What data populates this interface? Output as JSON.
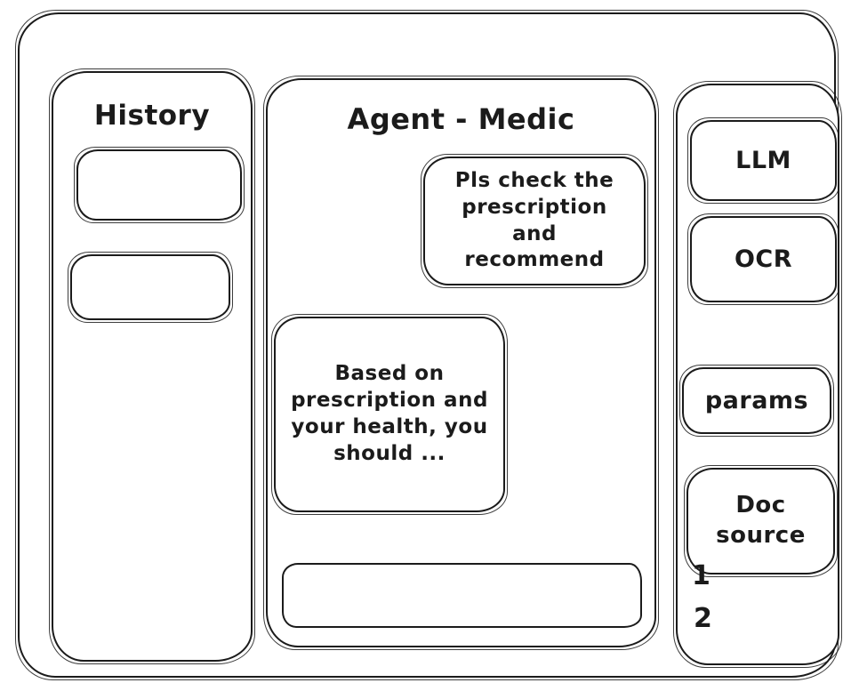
{
  "app": {
    "stroke_color": "#1b1b1b",
    "background_color": "#ffffff"
  },
  "sidebar": {
    "title": "History",
    "items": [
      {
        "label": ""
      },
      {
        "label": ""
      }
    ]
  },
  "chat": {
    "title": "Agent - Medic",
    "messages": [
      {
        "role": "user",
        "text": "Pls check the prescription and recommend"
      },
      {
        "role": "assistant",
        "text": "Based on prescription and your health, you should ..."
      }
    ],
    "input": {
      "value": "",
      "placeholder": ""
    }
  },
  "tools": {
    "buttons": [
      {
        "label": "LLM"
      },
      {
        "label": "OCR"
      },
      {
        "label": "params"
      },
      {
        "label": "Doc source"
      }
    ],
    "doc_list": [
      {
        "label": "1"
      },
      {
        "label": "2"
      }
    ]
  }
}
